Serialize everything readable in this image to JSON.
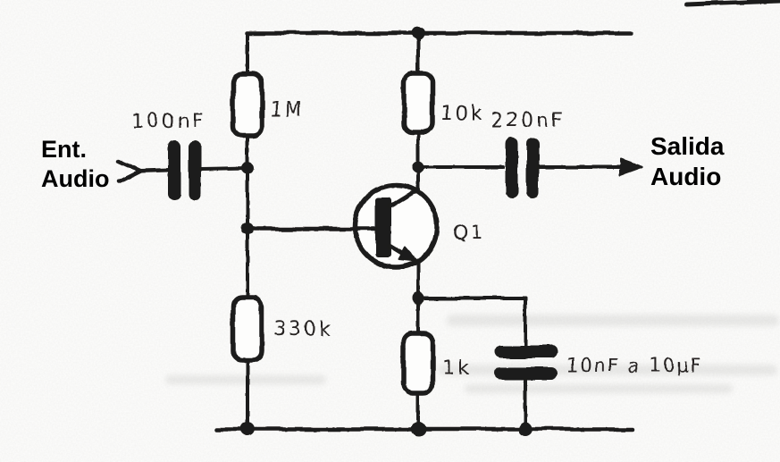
{
  "figure": {
    "kind": "hand-drawn single-transistor audio amplifier schematic (scanned)",
    "io": {
      "input_label_line1": "Ent.",
      "input_label_line2": "Audio",
      "output_label_line1": "Salida",
      "output_label_line2": "Audio"
    },
    "components": {
      "input_capacitor": "100nF",
      "upper_bias_resistor": "1M",
      "collector_resistor": "10k",
      "output_capacitor": "220nF",
      "transistor": "Q1",
      "lower_bias_resistor": "330k",
      "emitter_resistor": "1k",
      "emitter_bypass_capacitor": "10nF a 10µF"
    },
    "colors": {
      "ink": "#1f1d1a",
      "paper": "#fdfdfc",
      "overlay_text": "#000000"
    }
  }
}
